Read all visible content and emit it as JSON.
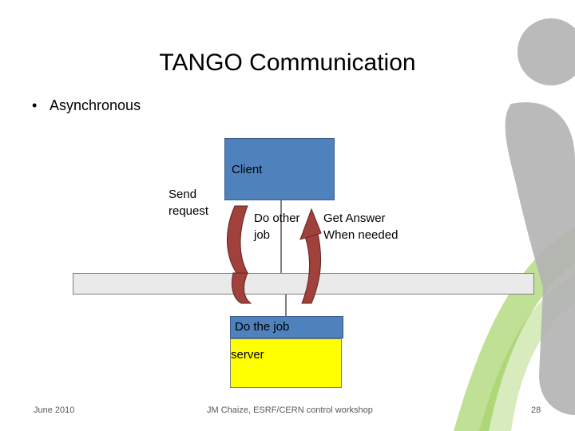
{
  "slide": {
    "title": "TANGO Communication",
    "bullet": "Asynchronous",
    "bullet_marker": "•"
  },
  "diagram": {
    "client": "Client",
    "send_request": [
      "Send",
      "request"
    ],
    "do_other_job": [
      "Do other",
      "job"
    ],
    "get_answer": [
      "Get Answer",
      "When needed"
    ],
    "do_the_job": "Do the job",
    "server": "server"
  },
  "footer": {
    "date": "June 2010",
    "center": "JM Chaize, ESRF/CERN control workshop",
    "page": "28"
  },
  "colors": {
    "client_box": "#4f81bd",
    "server_box": "#ffff00",
    "arrow": "#a0413c",
    "decoration_green": "#8cc63f",
    "decoration_gray": "#b3b3b3"
  }
}
